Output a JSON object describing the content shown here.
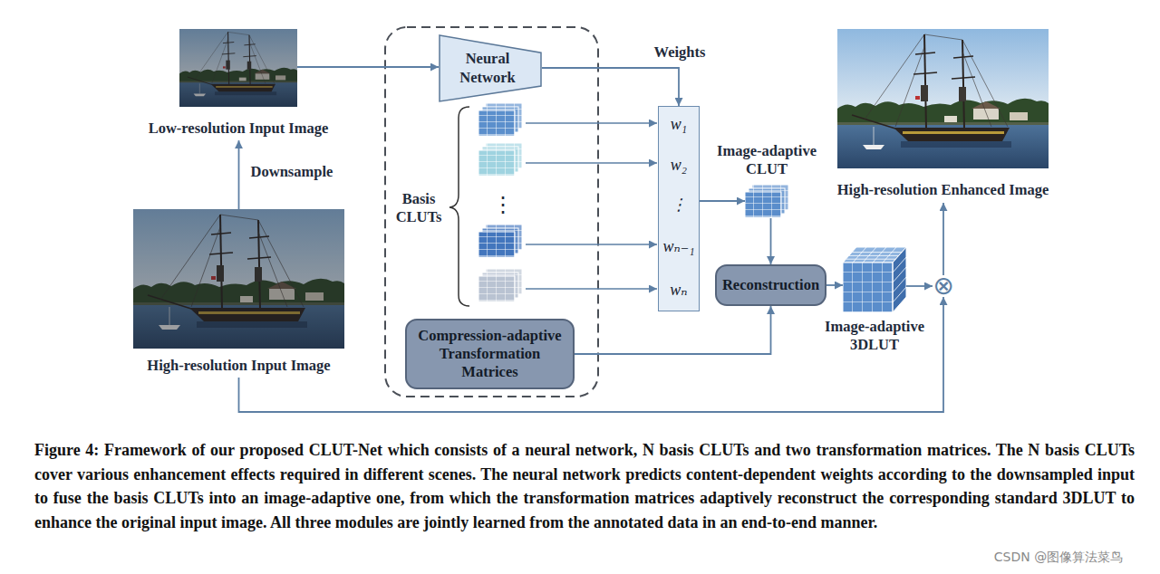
{
  "diagram": {
    "caption": "Figure 4: Framework of our proposed CLUT-Net which consists of a neural network, N basis CLUTs and two transformation matrices. The N basis CLUTs cover various enhancement effects required in different scenes. The neural network predicts content-dependent weights according to the downsampled input to fuse the basis CLUTs into an image-adaptive one, from which the transformation matrices adaptively reconstruct the corresponding standard 3DLUT to enhance the original input image. All three modules are jointly learned from the annotated data in an end-to-end manner.",
    "nodes": [
      {
        "text": [
          "Low-resolution Input Image"
        ]
      },
      {
        "text": [
          "High-resolution Input Image"
        ]
      },
      {
        "text": [
          "Neural Network"
        ]
      },
      {
        "text": [
          "Compression-adaptive Transformation Matrices"
        ]
      },
      {
        "text": [
          "w₁",
          "w₂",
          "⋮",
          "wₙ₋₁",
          "wₙ"
        ]
      },
      {
        "text": [
          "Image-adaptive CLUT"
        ]
      },
      {
        "text": [
          "Reconstruction"
        ]
      },
      {
        "text": [
          "Image-adaptive 3DLUT"
        ]
      },
      {
        "text": [
          "⊗"
        ]
      },
      {
        "text": [
          "High-resolution Enhanced Image"
        ]
      }
    ],
    "edges": [
      {
        "from": 1,
        "to": 0,
        "arrow": "to",
        "label": "Downsample"
      },
      {
        "from": 0,
        "to": 2,
        "arrow": "to"
      },
      {
        "from": 2,
        "to": 4,
        "arrow": "to",
        "label": "Weights"
      },
      {
        "from": 4,
        "to": 5,
        "arrow": "to"
      },
      {
        "from": 5,
        "to": 6,
        "arrow": "to"
      },
      {
        "from": 3,
        "to": 6,
        "arrow": "to"
      },
      {
        "from": 6,
        "to": 7,
        "arrow": "to"
      },
      {
        "from": 7,
        "to": 8,
        "arrow": "to"
      },
      {
        "from": 1,
        "to": 8,
        "arrow": "to"
      },
      {
        "from": 8,
        "to": 9,
        "arrow": "to"
      }
    ],
    "labels": [
      "Basis CLUTs",
      "⋮",
      "CSDN @图像算法菜鸟"
    ]
  }
}
